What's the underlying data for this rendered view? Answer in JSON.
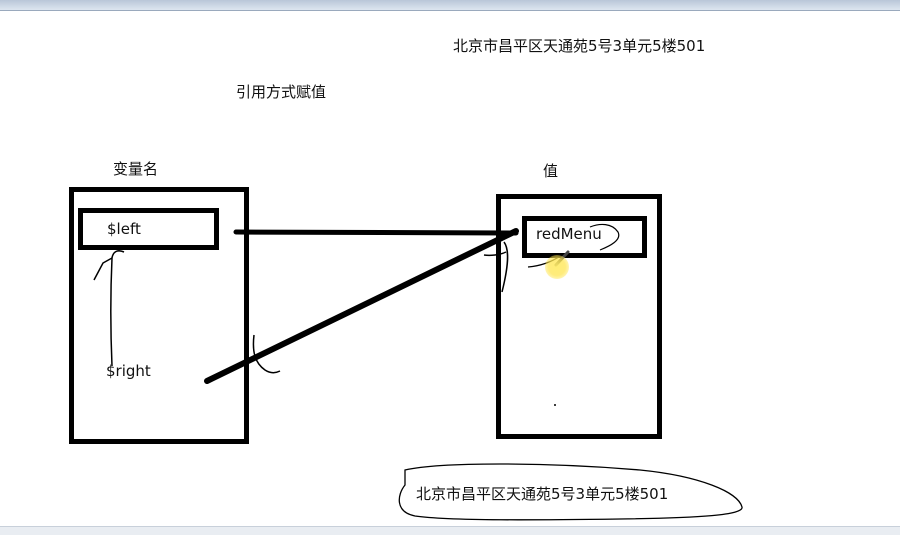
{
  "texts": {
    "address_top": "北京市昌平区天通苑5号3单元5楼501",
    "title": "引用方式赋值",
    "variables_heading": "变量名",
    "value_heading": "值",
    "var_left": "$left",
    "var_right": "$right",
    "value_text": "redMenu",
    "address_bottom": "北京市昌平区天通苑5号3单元5楼501"
  },
  "colors": {
    "ink": "#000000",
    "cursor_highlight": "#ffe66e"
  }
}
